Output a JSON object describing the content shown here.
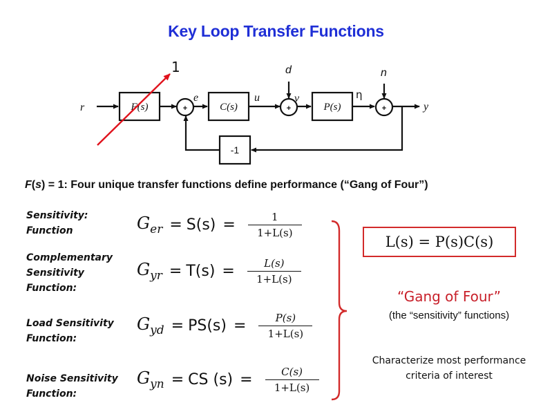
{
  "title": "Key Loop Transfer Functions",
  "diagram": {
    "signals": {
      "r": "r",
      "e": "e",
      "u": "u",
      "v": "v",
      "d": "d",
      "eta": "η",
      "n": "n",
      "y": "y"
    },
    "blocks": {
      "F": "F(s)",
      "C": "C(s)",
      "P": "P(s)",
      "feedback": "-1"
    },
    "sum_sign": "+",
    "annotation": {
      "value": "1",
      "color": "#e0121c"
    }
  },
  "subtitle": {
    "F": "F",
    "s": "s",
    "rest": " = 1: Four unique transfer functions define performance (“Gang of Four”)"
  },
  "functions": [
    {
      "label_lines": [
        "Sensitivity:",
        "Function"
      ],
      "G": "G",
      "sub": "er",
      "name": "S(s)",
      "num": "1",
      "num_italic": false,
      "den": "1+L(s)"
    },
    {
      "label_lines": [
        "Complementary",
        "Sensitivity",
        "Function:"
      ],
      "G": "G",
      "sub": "yr",
      "name": "T(s)",
      "num": "L(s)",
      "num_italic": true,
      "den": "1+L(s)"
    },
    {
      "label_lines": [
        "Load Sensitivity",
        "Function:"
      ],
      "G": "G",
      "sub": "yd",
      "name": "PS(s)",
      "num": "P(s)",
      "num_italic": true,
      "den": "1+L(s)"
    },
    {
      "label_lines": [
        "Noise Sensitivity",
        "Function:"
      ],
      "G": "G",
      "sub": "yn",
      "name": "CS (s)",
      "num": "C(s)",
      "num_italic": true,
      "den": "1+L(s)"
    }
  ],
  "equals": "=",
  "loop_definition": "L(s) = P(s)C(s)",
  "gang": {
    "title": "“Gang of Four”",
    "subtitle": "(the “sensitivity” functions)",
    "description_lines": [
      "Characterize most performance",
      "criteria of interest"
    ]
  },
  "colors": {
    "title": "#1f2fd6",
    "accent_red": "#d22a2a",
    "arrow_red": "#e0121c"
  }
}
